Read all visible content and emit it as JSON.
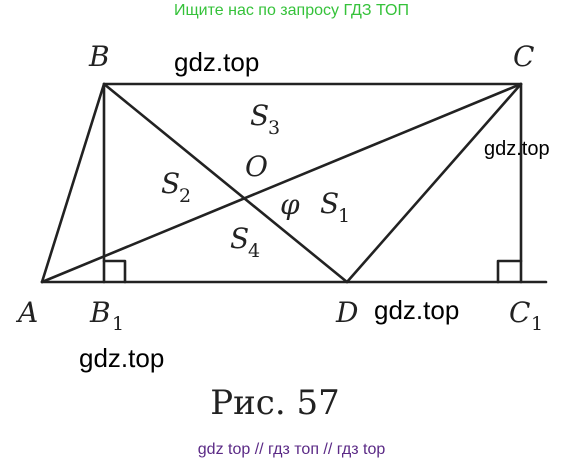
{
  "banner_top": "Ищите нас по запросу ГДЗ ТОП",
  "banner_bottom": "gdz top  //  гдз топ  //  гдз top",
  "watermarks": {
    "w1": "gdz.top",
    "w2": "gdz.top",
    "w3": "gdz.top",
    "w4": "gdz.top"
  },
  "points": {
    "A": "A",
    "B": "B",
    "C": "C",
    "D": "D",
    "O": "O",
    "B1_main": "B",
    "B1_sub": "1",
    "C1_main": "C",
    "C1_sub": "1"
  },
  "regions": {
    "S1_main": "S",
    "S1_sub": "1",
    "S2_main": "S",
    "S2_sub": "2",
    "S3_main": "S",
    "S3_sub": "3",
    "S4_main": "S",
    "S4_sub": "4"
  },
  "angle": "φ",
  "caption": "Рис. 57",
  "line_color": "#222222"
}
